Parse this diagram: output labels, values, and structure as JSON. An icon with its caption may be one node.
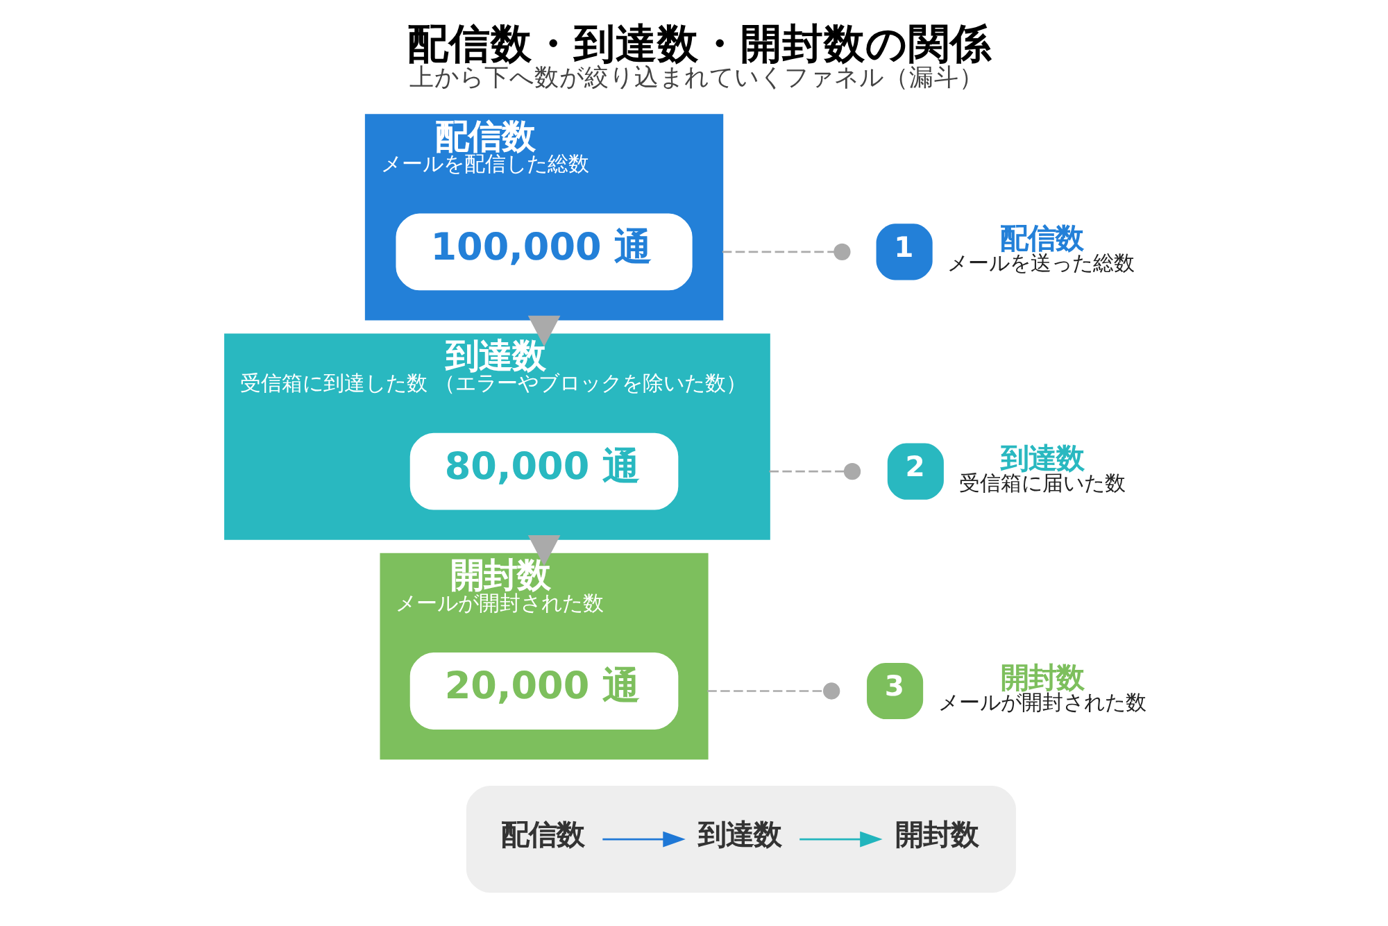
{
  "diagram": {
    "title": "配信数・到達数・開封数の関係",
    "caption": "上から下へ数が絞り込まれていくファネル（漏斗）",
    "nodes": [
      {
        "text": [
          "配信数",
          "メールを配信した総数"
        ]
      },
      {
        "text": [
          "100,000 通"
        ],
        "in": 0
      },
      {
        "text": [
          "到達数",
          "受信箱に到達した数 （エラーやブロックを除いた数）"
        ]
      },
      {
        "text": [
          "80,000 通"
        ],
        "in": 2
      },
      {
        "text": [
          "開封数",
          "メールが開封された数"
        ]
      },
      {
        "text": [
          "20,000 通"
        ],
        "in": 4
      },
      {
        "text": [
          "1"
        ],
        "beside": [
          "配信数",
          "メールを送った総数"
        ]
      },
      {
        "text": [
          "2"
        ],
        "beside": [
          "到達数",
          "受信箱に届いた数"
        ]
      },
      {
        "text": [
          "3"
        ],
        "beside": [
          "開封数",
          "メールが開封された数"
        ]
      },
      {
        "text": [],
        "shape": "box"
      },
      {
        "text": [
          "配信数"
        ],
        "in": 9
      },
      {
        "text": [
          "到達数"
        ],
        "in": 9
      },
      {
        "text": [
          "開封数"
        ],
        "in": 9
      }
    ],
    "edges": [
      {
        "from": 0,
        "to": 2,
        "arrow": "to",
        "style": "thick"
      },
      {
        "from": 2,
        "to": 4,
        "arrow": "to",
        "style": "thick"
      },
      {
        "from": 0,
        "to": 6,
        "arrow": "other",
        "style": "dashed"
      },
      {
        "from": 2,
        "to": 7,
        "arrow": "other",
        "style": "dashed"
      },
      {
        "from": 4,
        "to": 8,
        "arrow": "other",
        "style": "dashed"
      },
      {
        "from": 10,
        "to": 11,
        "arrow": "to",
        "color": "#1f78d6"
      },
      {
        "from": 11,
        "to": 12,
        "arrow": "to",
        "color": "#22b5bd"
      }
    ]
  }
}
